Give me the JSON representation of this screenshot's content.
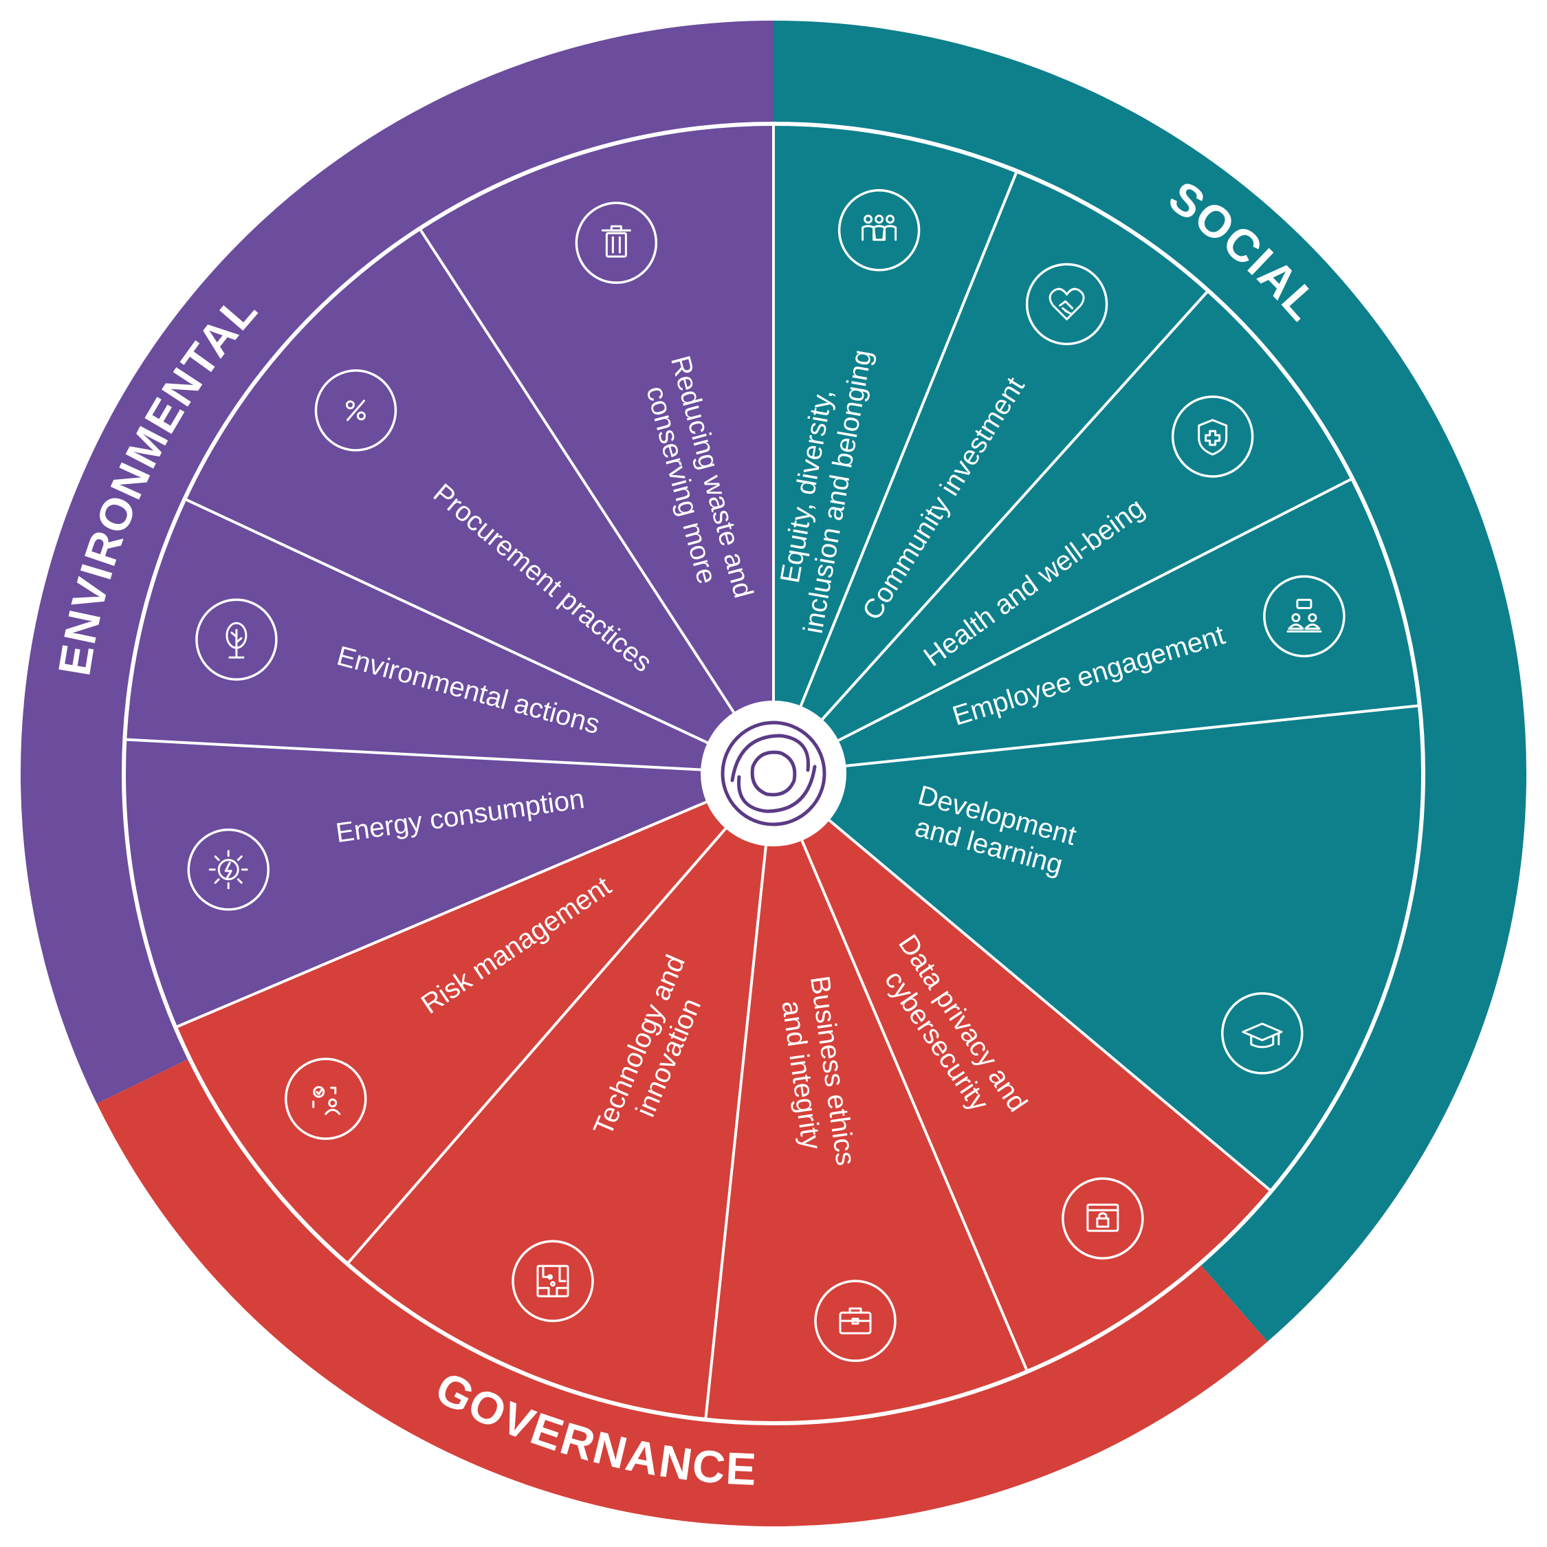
{
  "colors": {
    "environmental": "#6b4c9d",
    "social": "#0d808c",
    "governance": "#d5403a",
    "center_logo": "#5b3a86",
    "lines": "#ffffff"
  },
  "pillars": {
    "environmental": "ENVIRONMENTAL",
    "social": "SOCIAL",
    "governance": "GOVERNANCE"
  },
  "segments": [
    {
      "id": "reducing-waste",
      "pillar": "environmental",
      "icon": "trash-icon",
      "lines": [
        "Reducing waste and",
        "conserving more"
      ]
    },
    {
      "id": "procurement",
      "pillar": "environmental",
      "icon": "percent-icon",
      "lines": [
        "Procurement practices"
      ]
    },
    {
      "id": "environmental-actions",
      "pillar": "environmental",
      "icon": "tree-icon",
      "lines": [
        "Environmental actions"
      ]
    },
    {
      "id": "energy-consumption",
      "pillar": "environmental",
      "icon": "energy-bulb-icon",
      "lines": [
        "Energy consumption"
      ]
    },
    {
      "id": "risk-management",
      "pillar": "governance",
      "icon": "risk-person-icon",
      "lines": [
        "Risk management"
      ]
    },
    {
      "id": "technology-innovation",
      "pillar": "governance",
      "icon": "circuit-board-icon",
      "lines": [
        "Technology and",
        "innovation"
      ]
    },
    {
      "id": "business-ethics",
      "pillar": "governance",
      "icon": "briefcase-icon",
      "lines": [
        "Business ethics",
        "and integrity"
      ]
    },
    {
      "id": "data-privacy",
      "pillar": "governance",
      "icon": "lock-window-icon",
      "lines": [
        "Data privacy and",
        "cybersecurity"
      ]
    },
    {
      "id": "development-learning",
      "pillar": "social",
      "icon": "graduation-cap-icon",
      "lines": [
        "Development",
        "and learning"
      ]
    },
    {
      "id": "employee-engagement",
      "pillar": "social",
      "icon": "people-chat-icon",
      "lines": [
        "Employee engagement"
      ]
    },
    {
      "id": "health-wellbeing",
      "pillar": "social",
      "icon": "shield-cross-icon",
      "lines": [
        "Health and well-being"
      ]
    },
    {
      "id": "community-investment",
      "pillar": "social",
      "icon": "heart-handshake-icon",
      "lines": [
        "Community investment"
      ]
    },
    {
      "id": "equity-diversity",
      "pillar": "social",
      "icon": "group-people-icon",
      "lines": [
        "Equity, diversity,",
        "inclusion and belonging"
      ]
    }
  ],
  "center_icon": "swirl-logo-icon"
}
